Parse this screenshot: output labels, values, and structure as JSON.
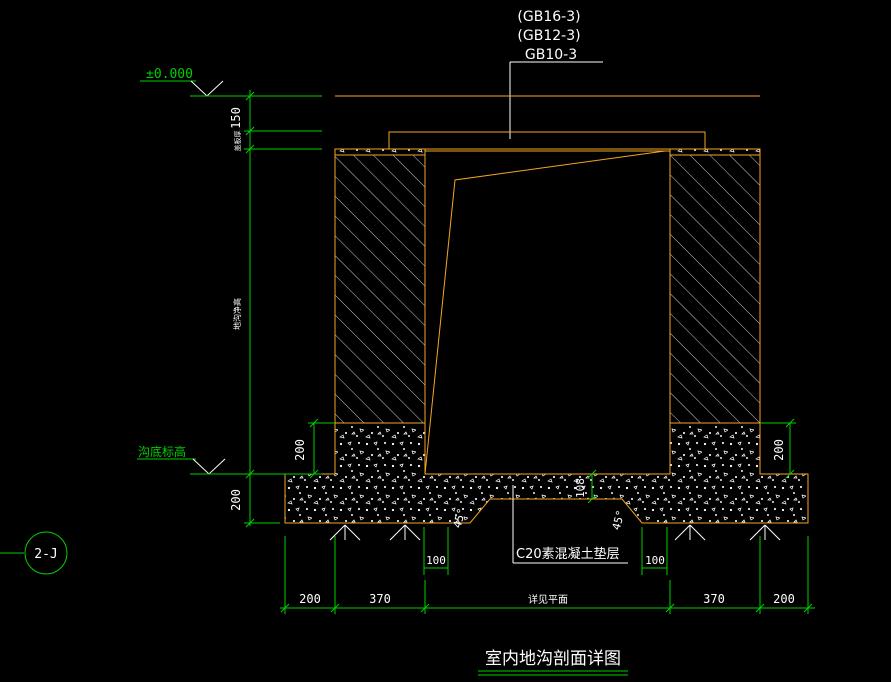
{
  "colors": {
    "background": "#000000",
    "outline": "#f5a623",
    "dimension": "#00d000",
    "text": "#ffffff",
    "hatch": "#ffffff",
    "pointer": "#ffffff"
  },
  "cover_labels": [
    "(GB16-3)",
    "(GB12-3)",
    "GB10-3"
  ],
  "level_zero": "±0.000",
  "trench_bottom_level": "沟底标高",
  "grid_bubble": "2-J",
  "left_vertical_dims": {
    "top": "150",
    "cover": "盖板厚",
    "clear_depth": "地沟净高",
    "base": "200",
    "base_side": "200"
  },
  "right_side_dim": "200",
  "slope_dims": {
    "center": "108",
    "left_angle": "45°",
    "right_angle": "45°",
    "left_step": "100",
    "right_step": "100"
  },
  "concrete_label": "C20素混凝土垫层",
  "bottom_dims": [
    "200",
    "370",
    "详见平面",
    "370",
    "200"
  ],
  "drawing_title": "室内地沟剖面详图"
}
